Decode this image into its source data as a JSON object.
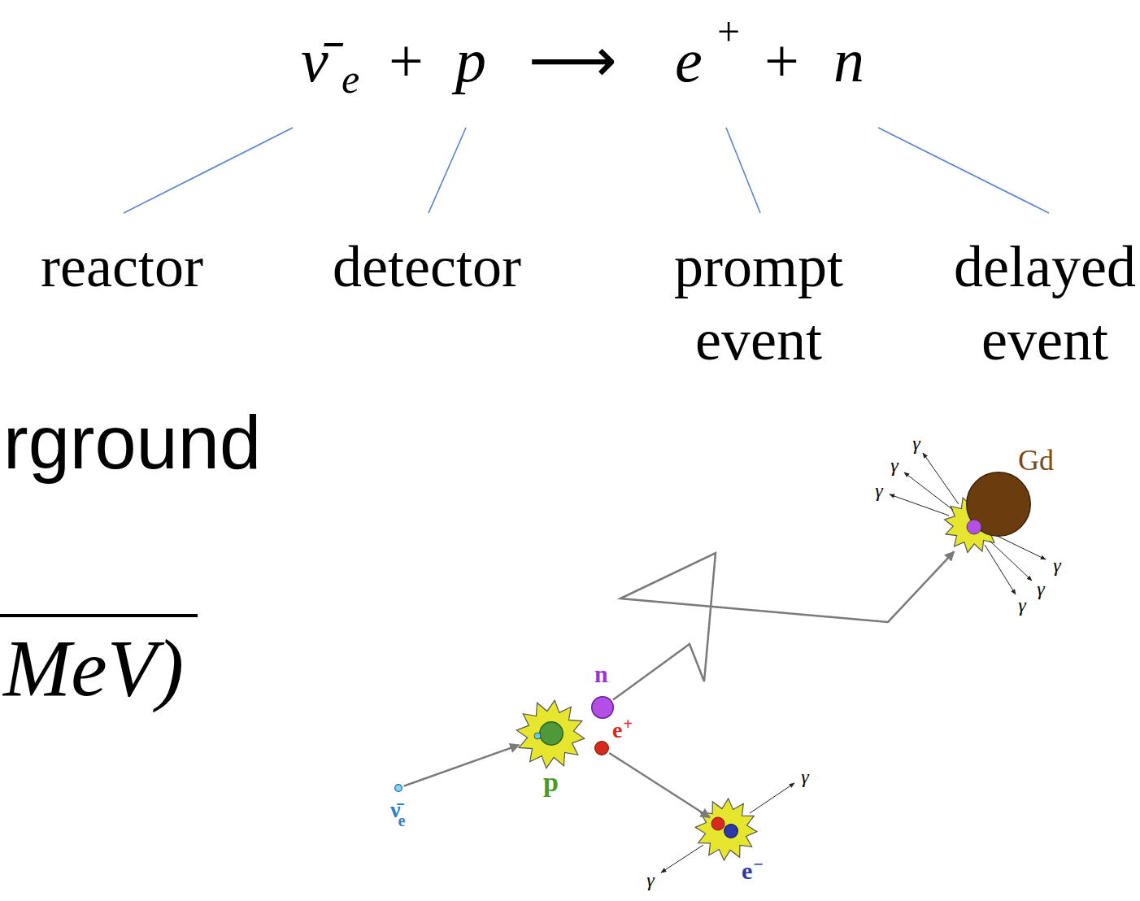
{
  "diagram": {
    "nodes": [
      {
        "text": [
          "ν̄",
          "e"
        ]
      },
      {
        "text": [
          "p"
        ]
      },
      {
        "text": [
          "n"
        ]
      },
      {
        "text": [
          "e",
          "+"
        ]
      },
      {
        "text": [
          "e",
          "−"
        ]
      },
      {
        "text": [
          "Gd"
        ]
      }
    ],
    "edges": [
      {
        "from": 0,
        "to": 1,
        "arrow": "to"
      },
      {
        "from": 3,
        "to": 4,
        "arrow": "to"
      },
      {
        "from": 2,
        "to": 5,
        "arrow": "to"
      }
    ],
    "labels": [
      "ν̄",
      "e",
      "+",
      "p",
      "⟶",
      "e",
      "+",
      "+",
      "n",
      "reactor",
      "detector",
      "prompt event",
      "delayed event",
      "rground",
      "MeV)",
      "γ",
      "γ",
      "γ",
      "γ",
      "γ",
      "γ",
      "γ",
      "γ"
    ]
  }
}
